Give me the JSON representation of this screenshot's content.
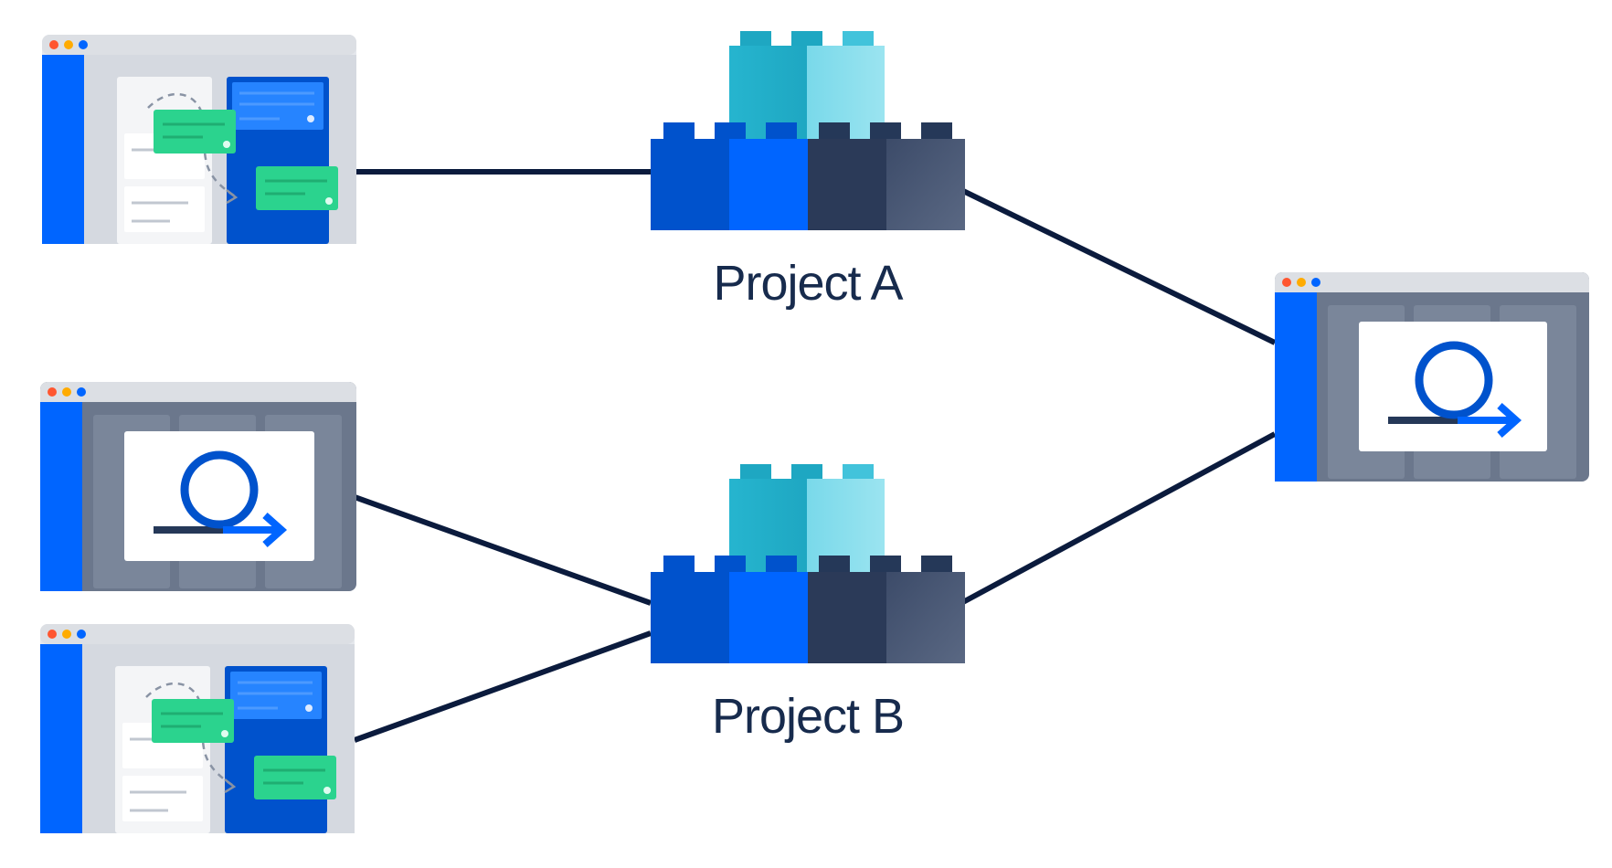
{
  "diagram": {
    "projects": [
      {
        "id": "project-a",
        "label": "Project A"
      },
      {
        "id": "project-b",
        "label": "Project B"
      }
    ],
    "windows": [
      {
        "id": "board-1",
        "kind": "kanban-board"
      },
      {
        "id": "roadmap-1",
        "kind": "roadmap"
      },
      {
        "id": "board-2",
        "kind": "kanban-board"
      },
      {
        "id": "roadmap-2",
        "kind": "roadmap"
      }
    ],
    "connections": [
      {
        "from": "board-1",
        "to": "project-a"
      },
      {
        "from": "project-a",
        "to": "roadmap-2"
      },
      {
        "from": "roadmap-1",
        "to": "project-b"
      },
      {
        "from": "board-2",
        "to": "project-b"
      },
      {
        "from": "project-b",
        "to": "roadmap-2"
      }
    ],
    "colors": {
      "line": "#0B1B3D",
      "blue": "#0052CC",
      "blue_bright": "#0065FF",
      "teal": "#1FB6D1",
      "teal_light": "#79E2F2",
      "navy": "#253858",
      "slate": "#505F79",
      "green": "#2BD38E",
      "dot_red": "#FF5630",
      "dot_yellow": "#FFAB00",
      "dot_blue": "#0065FF"
    },
    "icons": [
      "kanban-board-icon",
      "roadmap-loop-arrow-icon",
      "lego-brick-icon"
    ]
  }
}
